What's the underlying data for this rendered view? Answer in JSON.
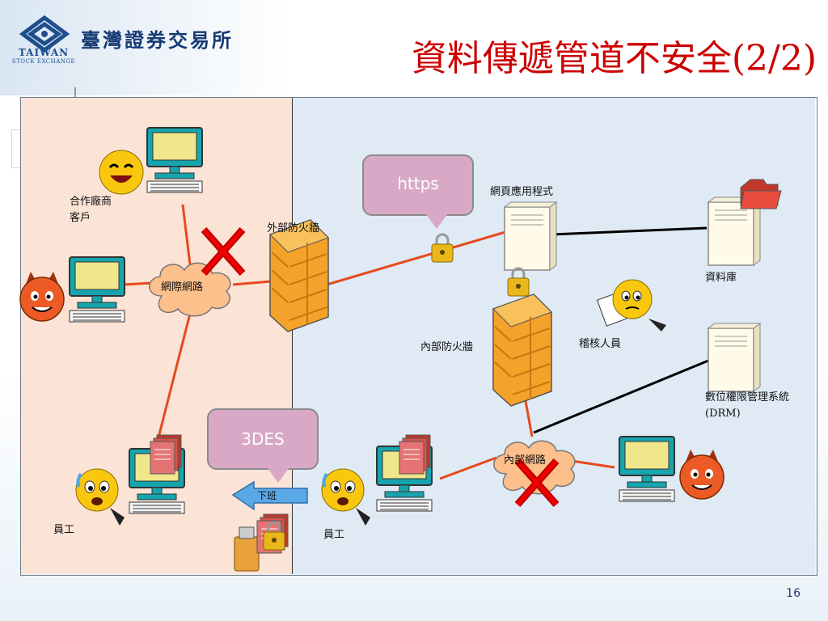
{
  "header": {
    "org_name": "臺灣證券交易所",
    "logo_text_1": "TAIWAN",
    "logo_text_2": "STOCK EXCHANGE",
    "title": "資料傳遞管道不安全(2/2)"
  },
  "diagram": {
    "labels": {
      "partner": "合作廠商客戶",
      "internet": "網際網路",
      "external_firewall": "外部防火牆",
      "web_app": "網頁應用程式",
      "database": "資料庫",
      "internal_firewall": "內部防火牆",
      "auditor": "稽核人員",
      "drm": "數位權限管理系統(DRM)",
      "intranet": "內部網路",
      "employee_left": "員工",
      "employee_right": "員工",
      "leave_work": "下班"
    },
    "callouts": {
      "https": "https",
      "des": "3DES"
    },
    "colors": {
      "left_panel": "#fbe3d6",
      "right_panel": "#dfeaf4",
      "link_red": "#e8491d",
      "link_black": "#000000",
      "callout": "#d8a8c6",
      "title_red": "#cc0000"
    }
  },
  "footer": {
    "page_number": "16"
  }
}
